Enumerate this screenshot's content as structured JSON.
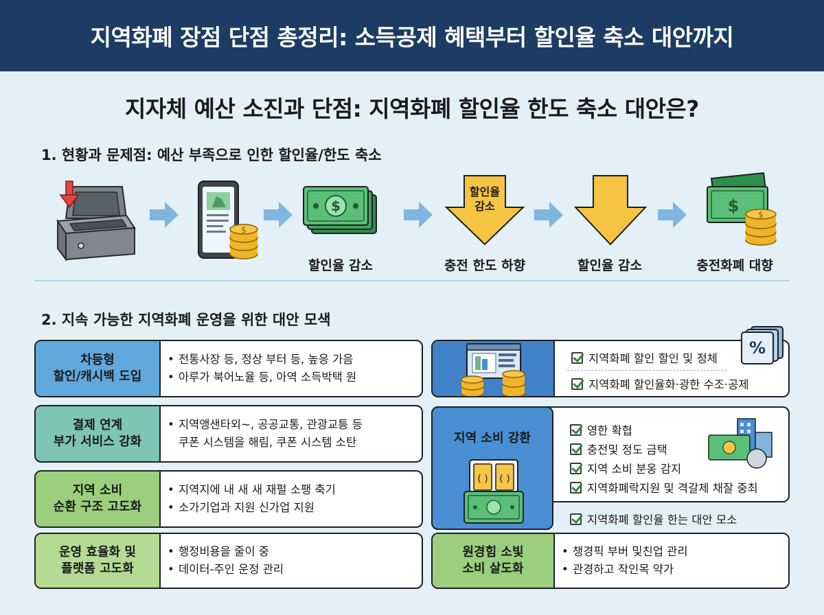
{
  "header": {
    "title": "지역화폐 장점 단점 총정리: 소득공제 혜택부터 할인율 축소 대안까지"
  },
  "subtitle": "지자체 예산 소진과 단점: 지역화폐 할인율 한도 축소 대안은?",
  "section1": {
    "heading": "1. 현황과 문제점: 예산 부족으로 인한 할인율/한도 축소",
    "flow": [
      {
        "icon": "empty-safe-icon",
        "label": ""
      },
      {
        "icon": "mobile-coins-icon",
        "label": ""
      },
      {
        "icon": "banknote-icon",
        "label": "할인율 감소"
      },
      {
        "icon": "down-arrow-icon",
        "arrow_text_line1": "할인율",
        "arrow_text_line2": "감소",
        "label": "충전 한도 하향"
      },
      {
        "icon": "down-arrow-icon",
        "label": "할인율 감소"
      },
      {
        "icon": "cash-coins-icon",
        "label": "충전화폐 대향"
      }
    ]
  },
  "section2": {
    "heading": "2. 지속 가능한 지역화폐 운영을 위한 대안 모색",
    "cards": [
      {
        "label_line1": "차등형",
        "label_line2": "할인/캐시백 도입",
        "color": "#60a8dd",
        "bullets": [
          "전통사장 등, 정상 부터 등, 높응 가음",
          "아루가 북어노율 등, 아역 소득박택 원"
        ]
      },
      {
        "label_line1": "결제 연계",
        "label_line2": "부가 서비스 강화",
        "color": "#7ec5b4",
        "bullets": [
          "지역앵샌타외~, 공공교통, 관광교틍 등",
          "쿠폰 시스템을 해림, 쿠폰 시스템 소탄"
        ]
      },
      {
        "label_line1": "지역 소비",
        "label_line2": "순환 구조 고도화",
        "color": "#9ccf7d",
        "bullets": [
          "지역지에 내 새 새 재펄 소팽 축기",
          "소가기업과 지원 신가업 지원"
        ]
      },
      {
        "label_line1": "운영 효율화 및",
        "label_line2": "플랫폼 고도화",
        "color": "#b4db93",
        "bullets": [
          "행정비용을 줄이 중",
          "데이터-주인 운정 관리"
        ]
      }
    ],
    "right_top": {
      "checks": [
        "지역화폐 할인 할인 및 정체",
        "지역화폐 할인율화·광한 수조·공제"
      ]
    },
    "right_mid": {
      "label": "지역 소비 강환",
      "checks": [
        "영한 확협",
        "충전및 정도 금택",
        "지역 소비 분옹 감지",
        "지역화폐락지원 및 격갈제 채잘 중최"
      ],
      "extra_check": "지역화폐 할인율 한는 대안 모소"
    },
    "right_bottom": {
      "label_line1": "원경힘 소빛",
      "label_line2": "소비 살도화",
      "color": "#9ccf7d",
      "bullets": [
        "챙경픽 부버 및친업 관리",
        "관경하고 작인목 약가"
      ]
    },
    "percent_badge": "%"
  }
}
